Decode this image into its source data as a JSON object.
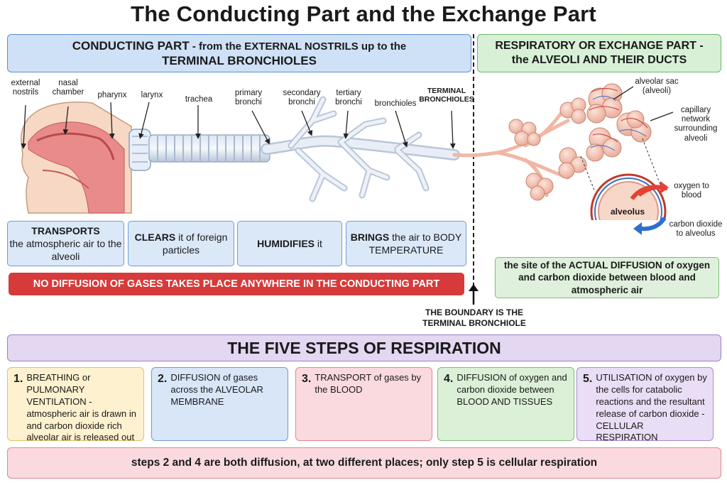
{
  "title": "The Conducting Part and the Exchange Part",
  "conducting_header": {
    "line1_bold": "CONDUCTING PART",
    "line1_rest": " - from the EXTERNAL NOSTRILS up to the",
    "line2": "TERMINAL BRONCHIOLES"
  },
  "exchange_header": {
    "line1": "RESPIRATORY OR EXCHANGE PART -",
    "line2": "the ALVEOLI AND THEIR DUCTS"
  },
  "labels": {
    "external_nostrils": "external nostrils",
    "nasal_chamber": "nasal chamber",
    "pharynx": "pharynx",
    "larynx": "larynx",
    "trachea": "trachea",
    "primary_bronchi": "primary bronchi",
    "secondary_bronchi": "secondary bronchi",
    "tertiary_bronchi": "tertiary bronchi",
    "bronchioles": "bronchioles",
    "terminal_bronchioles": "TERMINAL BRONCHIOLES",
    "alveolar_sac": "alveolar sac (alveoli)",
    "capillary_network": "capillary network surrounding alveoli",
    "alveolus": "alveolus",
    "oxygen_to_blood": "oxygen to blood",
    "co2_to_alveolus": "carbon dioxide to alveolus"
  },
  "functions": [
    {
      "bold": "TRANSPORTS",
      "rest": "the atmospheric air to the alveoli"
    },
    {
      "bold": "CLEARS",
      "rest": " it of foreign particles"
    },
    {
      "bold": "HUMIDIFIES",
      "rest": " it"
    },
    {
      "bold": "BRINGS",
      "rest": " the air to BODY TEMPERATURE"
    }
  ],
  "no_diffusion_banner": "NO DIFFUSION OF GASES TAKES PLACE ANYWHERE IN THE CONDUCTING PART",
  "exchange_site": {
    "pre": "the site of the ",
    "bold": "ACTUAL DIFFUSION",
    "post": " of oxygen and carbon dioxide between blood and atmospheric air"
  },
  "boundary_note": "THE BOUNDARY IS THE TERMINAL BRONCHIOLE",
  "steps_header": "THE FIVE STEPS OF RESPIRATION",
  "steps": [
    {
      "num": "1.",
      "html": "BREATHING or PULMONARY VENTILATION - atmospheric air is drawn in and carbon dioxide rich alveolar air is released out"
    },
    {
      "num": "2.",
      "html": "DIFFUSION of gases across the ALVEOLAR MEMBRANE"
    },
    {
      "num": "3.",
      "html": "TRANSPORT of gases by the BLOOD"
    },
    {
      "num": "4.",
      "html": "DIFFUSION of oxygen and carbon dioxide between BLOOD AND TISSUES"
    },
    {
      "num": "5.",
      "html": "UTILISATION of oxygen by the cells for catabolic reactions and the resultant release of carbon dioxide - CELLULAR RESPIRATION"
    }
  ],
  "bottom_note": "steps 2 and 4 are both diffusion, at two different places; only step 5 is cellular respiration",
  "colors": {
    "conducting_blue": "#cfe1f6",
    "exchange_green": "#d7f0d6",
    "banner_red": "#d63a3a",
    "steps_purple": "#e3d7f1"
  }
}
